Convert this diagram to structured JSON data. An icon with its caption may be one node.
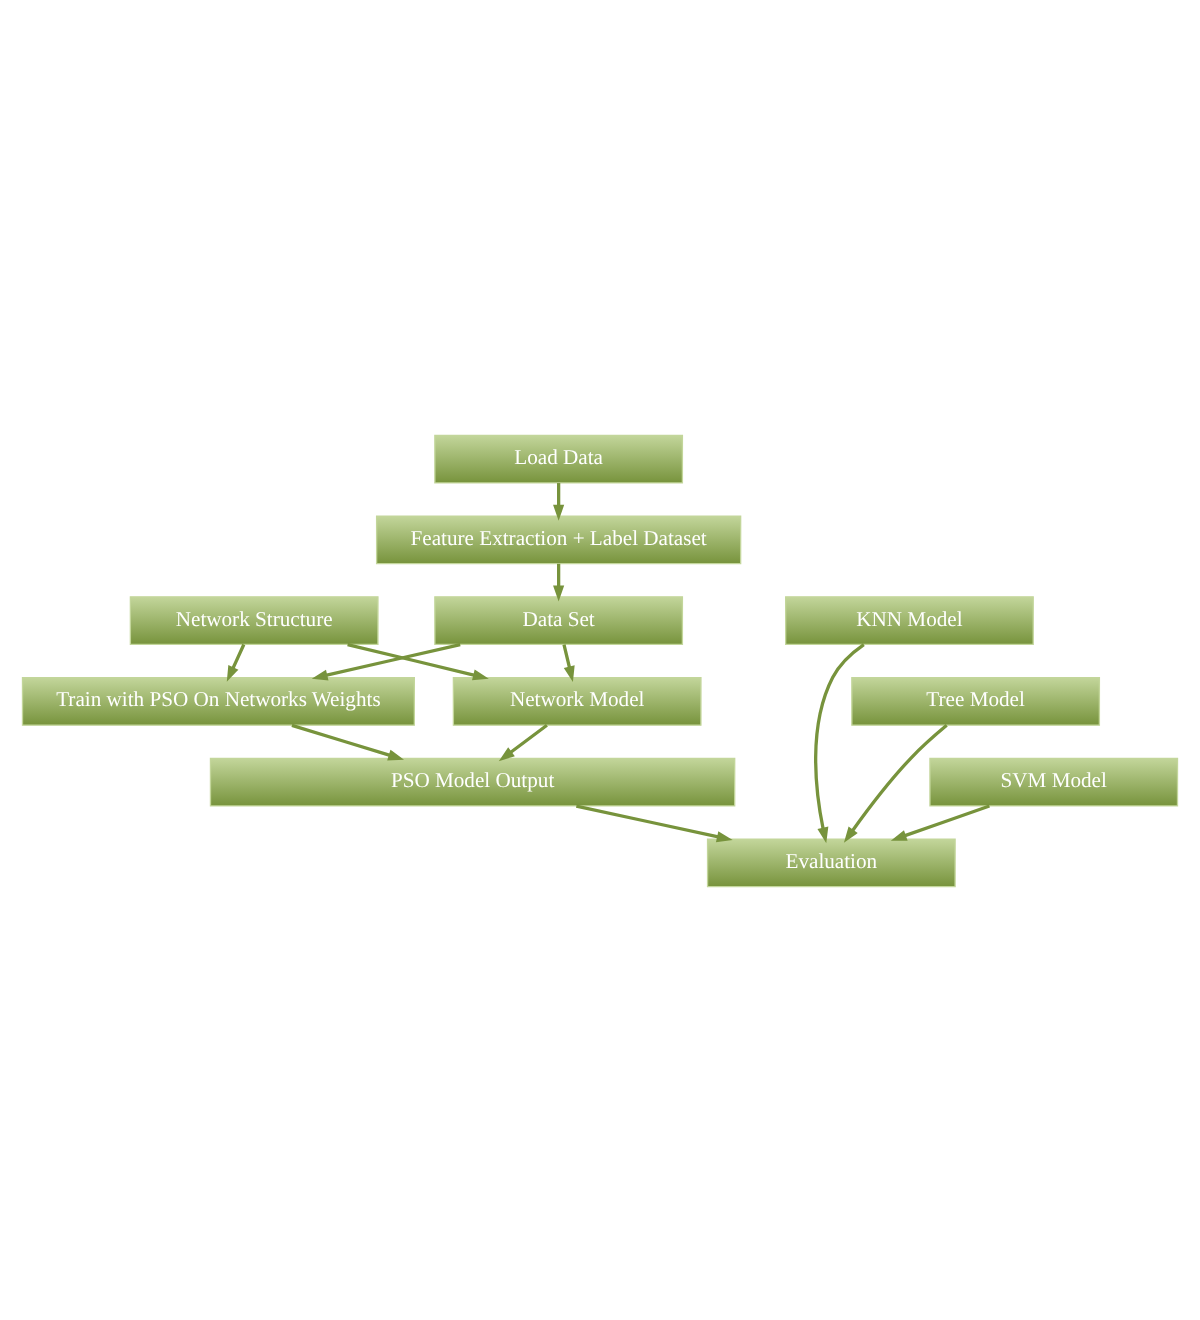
{
  "diagram": {
    "nodes": [
      {
        "text": [
          "Load Data"
        ]
      },
      {
        "text": [
          "Feature Extraction + Label Dataset"
        ]
      },
      {
        "text": [
          "Data Set"
        ]
      },
      {
        "text": [
          "Network Structure"
        ]
      },
      {
        "text": [
          "Train with PSO On Networks Weights"
        ]
      },
      {
        "text": [
          "Network Model"
        ]
      },
      {
        "text": [
          "PSO Model Output"
        ]
      },
      {
        "text": [
          "KNN Model"
        ]
      },
      {
        "text": [
          "Tree Model"
        ]
      },
      {
        "text": [
          "SVM Model"
        ]
      },
      {
        "text": [
          "Evaluation"
        ]
      }
    ],
    "edges": [
      {
        "from": 0,
        "to": 1,
        "arrow": "to"
      },
      {
        "from": 1,
        "to": 2,
        "arrow": "to"
      },
      {
        "from": 2,
        "to": 4,
        "arrow": "to"
      },
      {
        "from": 2,
        "to": 5,
        "arrow": "to"
      },
      {
        "from": 3,
        "to": 4,
        "arrow": "to"
      },
      {
        "from": 3,
        "to": 5,
        "arrow": "to"
      },
      {
        "from": 4,
        "to": 6,
        "arrow": "to"
      },
      {
        "from": 5,
        "to": 6,
        "arrow": "to"
      },
      {
        "from": 6,
        "to": 10,
        "arrow": "to"
      },
      {
        "from": 7,
        "to": 10,
        "arrow": "to"
      },
      {
        "from": 8,
        "to": 10,
        "arrow": "to"
      },
      {
        "from": 9,
        "to": 10,
        "arrow": "to"
      }
    ]
  }
}
